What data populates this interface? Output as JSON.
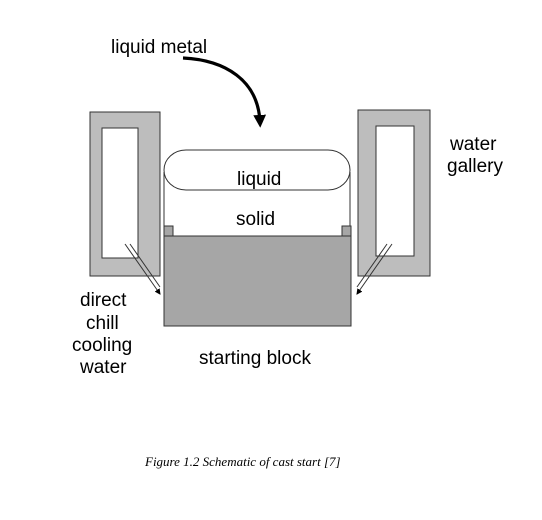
{
  "labels": {
    "liquid_metal": "liquid metal",
    "water_gallery_line1": "water",
    "water_gallery_line2": "gallery",
    "liquid": "liquid",
    "solid": "solid",
    "direct_chill_line1": "direct",
    "direct_chill_line2": "chill",
    "direct_chill_line3": "cooling",
    "direct_chill_line4": "water",
    "starting_block": "starting block"
  },
  "caption": "Figure 1.2 Schematic of cast start [7]",
  "colors": {
    "mould_wall": "#bdbdbd",
    "starting_block": "#a6a6a6",
    "outline": "#333333",
    "background": "#ffffff"
  }
}
